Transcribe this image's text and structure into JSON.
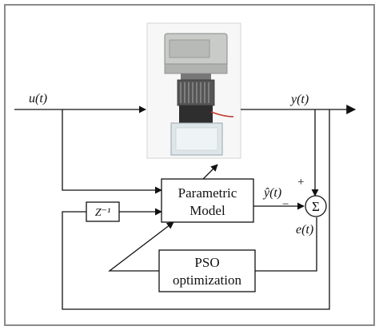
{
  "signals": {
    "input": "u(t)",
    "output": "y(t)",
    "estimate": "ŷ(t)",
    "error": "e(t)",
    "plus_sign": "+",
    "minus_sign": "−"
  },
  "blocks": {
    "delay": {
      "label": "Z⁻¹"
    },
    "parametric_model": {
      "line1": "Parametric",
      "line2": "Model"
    },
    "pso": {
      "line1": "PSO",
      "line2": "optimization"
    },
    "summing_junction": {
      "symbol": "Σ"
    }
  },
  "device_photo": {
    "icon": "gas-sensor-device-photo"
  },
  "colors": {
    "frame": "#8a8a8a",
    "line": "#111111",
    "block_fill": "#ffffff",
    "photo_background": "#f7f7f7",
    "device_housing": "#c9cbc8",
    "device_heatsink": "#555555",
    "device_chamber": "#dfe6ea",
    "cable": "#c0392b"
  }
}
